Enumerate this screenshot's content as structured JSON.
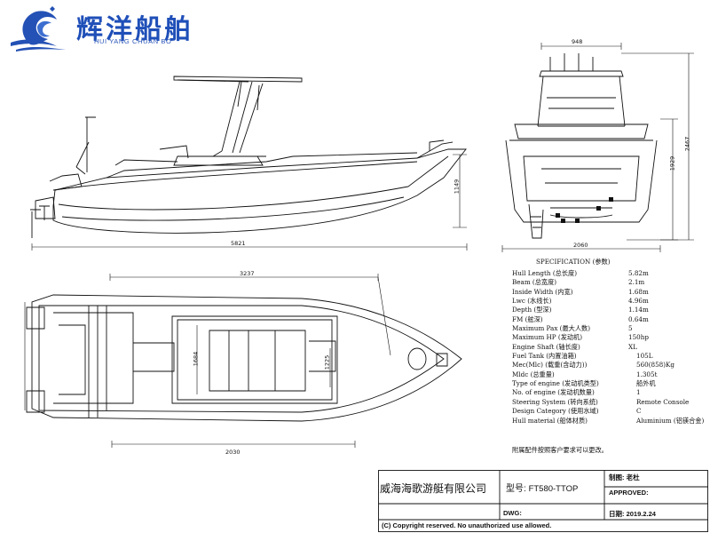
{
  "brand": {
    "name_cn": "辉洋船舶",
    "name_en": "HUI YANG CHUAN BO",
    "color": "#1f4fb8"
  },
  "dimensions": {
    "overall_length": "5821",
    "side_height": "1149",
    "tower_width": "948",
    "total_height": "2467",
    "hull_height": "1929",
    "beam": "2060",
    "deck_length": "3237",
    "console_width": "1684",
    "box_width": "1225",
    "cockpit_length": "2030"
  },
  "spec": {
    "title": "SPECIFICATION (参数)",
    "rows": [
      {
        "key": "Hull Length (总长度)",
        "value": "5.82m"
      },
      {
        "key": "Beam (总宽度)",
        "value": "2.1m"
      },
      {
        "key": "Inside Width (内宽)",
        "value": "1.68m"
      },
      {
        "key": "Lwc (水线长)",
        "value": "4.96m"
      },
      {
        "key": "Depth (型深)",
        "value": "1.14m"
      },
      {
        "key": "FM (舷深)",
        "value": "0.64m"
      },
      {
        "key": "Maximum Pax (最大人数)",
        "value": "5"
      },
      {
        "key": "Maximum HP (发动机)",
        "value": "150hp"
      },
      {
        "key": "Engine Shaft (轴长度)",
        "value": "XL"
      },
      {
        "key": "Fuel Tank (内置油箱)",
        "value": "105L",
        "wide": true
      },
      {
        "key": "Mec(Mlc) (载重(含动力))",
        "value": "560(858)Kg",
        "wide": true
      },
      {
        "key": "Mldc (总重量)",
        "value": "1.305t",
        "wide": true
      },
      {
        "key": "Type of engine (发动机类型)",
        "value": "船外机",
        "wide": true
      },
      {
        "key": "No. of engine (发动机数量)",
        "value": "1",
        "wide": true
      },
      {
        "key": "Steering System (转向系统)",
        "value": "Remote Console",
        "wide": true
      },
      {
        "key": "Design Category (使用水域)",
        "value": "C",
        "wide": true
      },
      {
        "key": "Hull material (船体材质)",
        "value": "Aluminium (铝镁合金)",
        "wide": true
      }
    ],
    "note": "附属配件按照客户要求可以更改。"
  },
  "title_block": {
    "company": "威海海歌游艇有限公司",
    "model_label": "型号:",
    "model_value": "FT580-TTOP",
    "drawn_label": "制图:",
    "drawn_value": "老杜",
    "approved_label": "APPROVED:",
    "dwg_label": "DWG:",
    "date_label": "日期:",
    "date_value": "2019.2.24",
    "copyright": "(C) Copyright reserved. No unauthorized use allowed."
  }
}
